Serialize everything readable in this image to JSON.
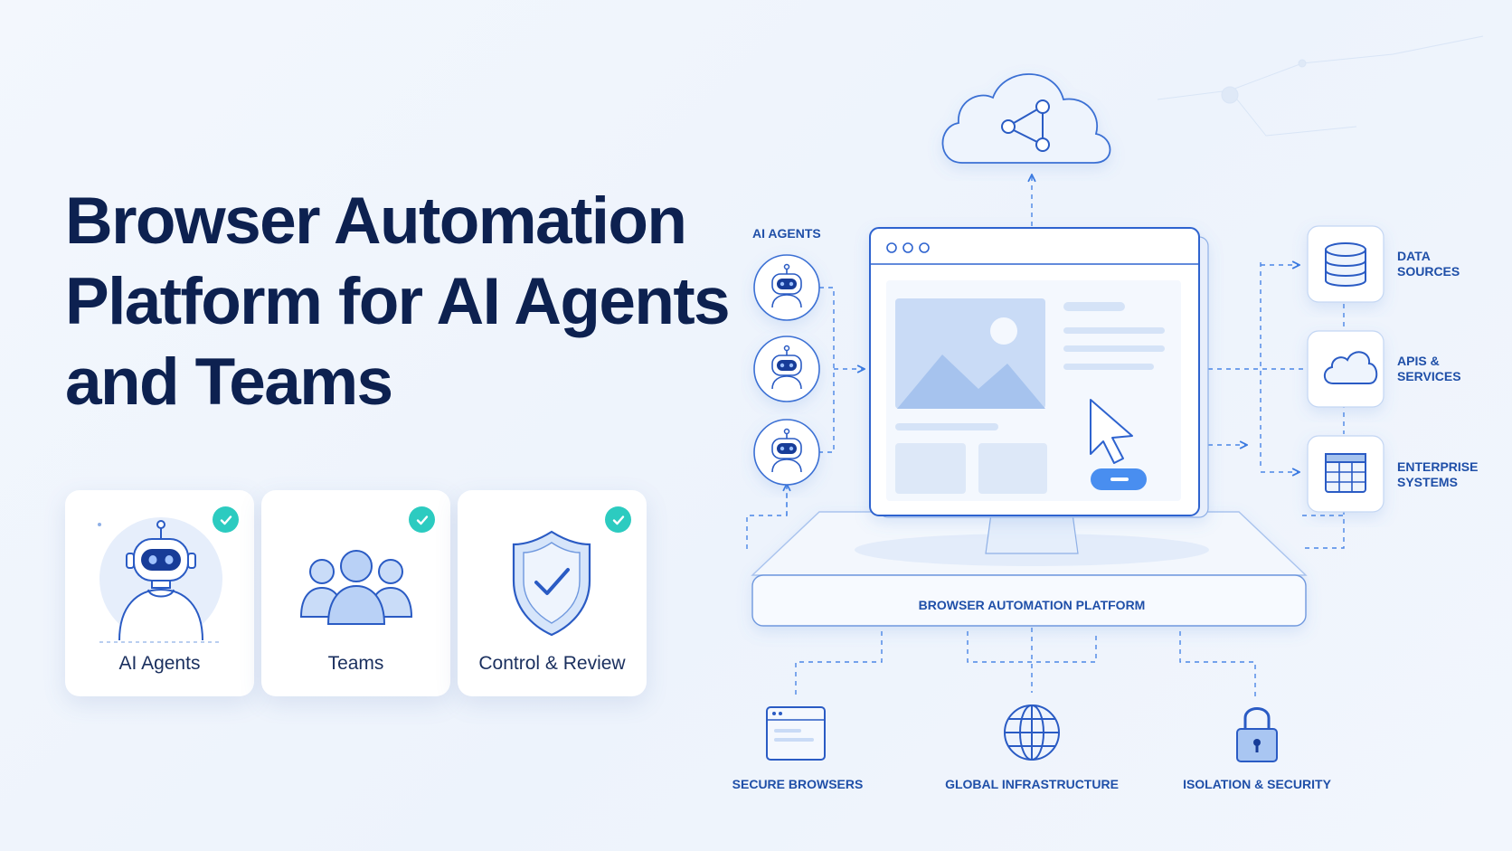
{
  "headline": {
    "line1": "Browser Automation",
    "line2": "Platform for AI Agents",
    "line3": "and Teams"
  },
  "cards": [
    {
      "label": "AI Agents",
      "icon": "robot-icon"
    },
    {
      "label": "Teams",
      "icon": "team-icon"
    },
    {
      "label": "Control & Review",
      "icon": "shield-check-icon"
    }
  ],
  "diagram": {
    "agents_label": "AI AGENTS",
    "platform_label": "BROWSER AUTOMATION PLATFORM",
    "right_nodes": [
      {
        "line1": "DATA",
        "line2": "SOURCES",
        "icon": "database-icon"
      },
      {
        "line1": "APIS &",
        "line2": "SERVICES",
        "icon": "cloud-icon"
      },
      {
        "line1": "ENTERPRISE",
        "line2": "SYSTEMS",
        "icon": "table-icon"
      }
    ],
    "bottom_nodes": [
      {
        "label": "SECURE BROWSERS",
        "icon": "browser-window-icon"
      },
      {
        "label": "GLOBAL INFRASTRUCTURE",
        "icon": "globe-icon"
      },
      {
        "label": "ISOLATION & SECURITY",
        "icon": "padlock-icon"
      }
    ],
    "top_icon": "cloud-network-icon"
  },
  "colors": {
    "background": "#eef4fc",
    "headline": "#0d2150",
    "accent_blue": "#2e6ee0",
    "check_teal": "#2ccbc0",
    "diagram_text": "#1f4fa8"
  }
}
